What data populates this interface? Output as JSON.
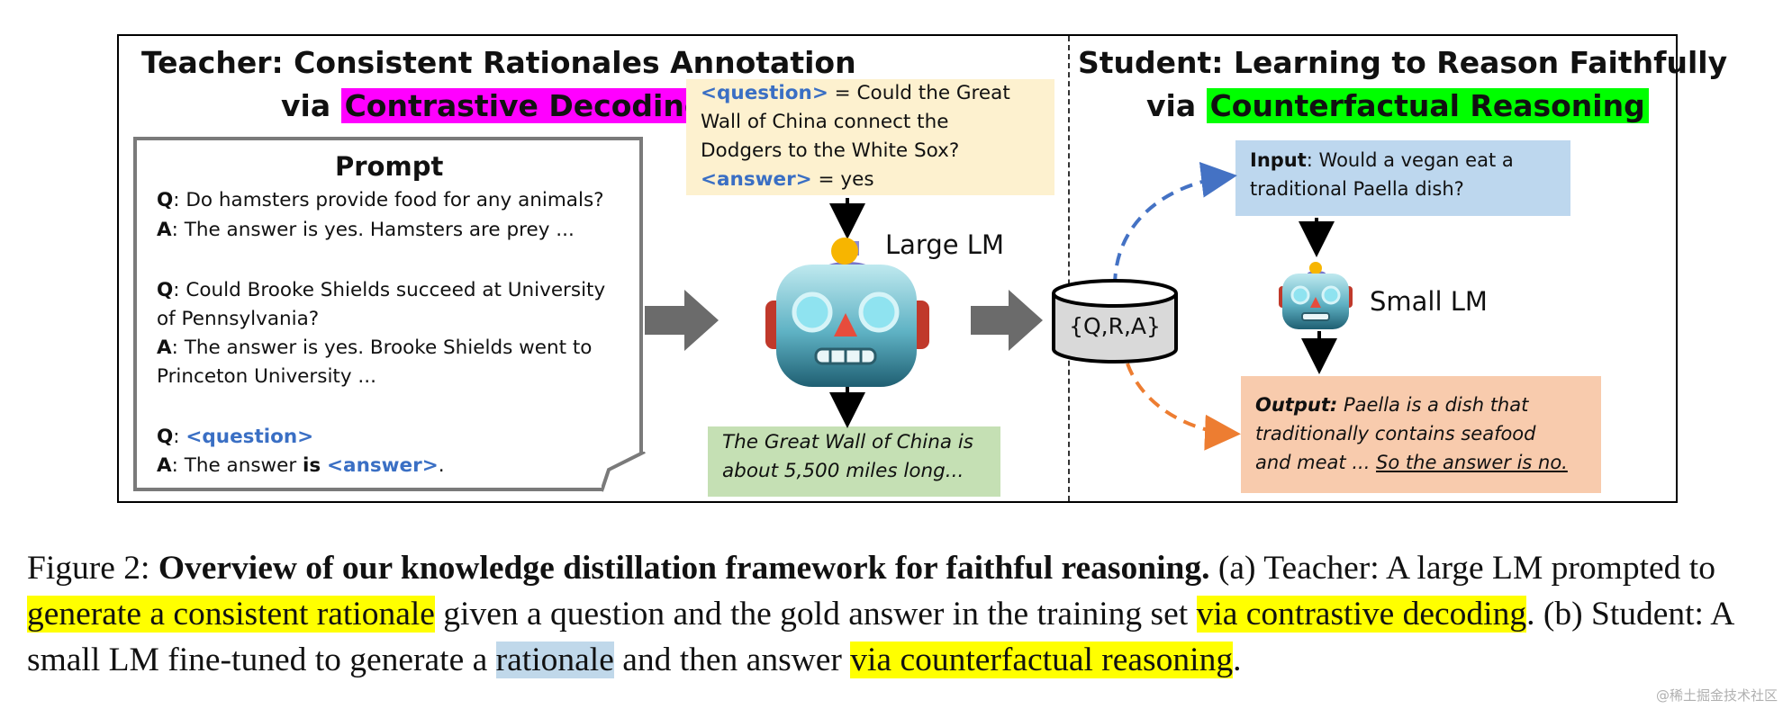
{
  "teacher": {
    "heading_line1": "Teacher: Consistent Rationales Annotation",
    "heading_via": "via ",
    "heading_highlight": "Contrastive Decoding",
    "highlight_color": "#ff00ff"
  },
  "student": {
    "heading_line1": "Student: Learning to Reason Faithfully",
    "heading_via": "via ",
    "heading_highlight": "Counterfactual Reasoning",
    "highlight_color": "#00ff00"
  },
  "prompt": {
    "title": "Prompt",
    "q_marker": "Q",
    "a_marker": "A",
    "q1": ": Do hamsters provide food for any animals?",
    "a1": ": The answer is yes. Hamsters are prey ...",
    "q2_line1": ": Could Brooke Shields succeed at University",
    "q2_line2": "of Pennsylvania?",
    "a2_line1": ": The answer is yes. Brooke Shields went to",
    "a2_line2": "Princeton University ...",
    "q3_sep": ": ",
    "q3_token": "<question>",
    "a3_pre": ": The answer ",
    "a3_is": "is",
    "a3_token": "<answer>",
    "a3_end": "."
  },
  "question_box": {
    "q_token": "<question>",
    "q_text_1": " = Could the Great",
    "q_text_2": "Wall of China connect the",
    "q_text_3": "Dodgers to the White Sox?",
    "a_token": "<answer>",
    "a_text": " = yes",
    "bg": "#fdf1cf"
  },
  "large_lm": {
    "label": "Large LM",
    "icon": "robot-icon"
  },
  "rationale_box": {
    "line1": "The Great Wall of China is",
    "line2": "about 5,500 miles long...",
    "bg": "#c5e0b4"
  },
  "dataset": {
    "label": "{Q,R,A}",
    "icon": "database-cylinder-icon"
  },
  "input_box": {
    "label": "Input",
    "text_1": ": Would a vegan eat a",
    "text_2": "traditional Paella dish?",
    "bg": "#bdd7ee"
  },
  "small_lm": {
    "label": "Small LM",
    "icon": "robot-icon"
  },
  "output_box": {
    "label": "Output:",
    "text_1": " Paella is a dish that",
    "text_2": "traditionally contains seafood",
    "text_3": "and meat ... ",
    "answer": "So the answer is no.",
    "bg": "#f8cbad"
  },
  "caption": {
    "fig_label": "Figure 2: ",
    "bold_title": "Overview of our knowledge distillation framework for faithful reasoning.",
    "part_a1": " (a) Teacher: A large LM prompted to ",
    "hl_1": "generate a consistent rationale",
    "part_a2": " given a question and the gold answer in the training set ",
    "hl_2": "via contrastive decoding",
    "part_b1": ". (b) Student: A small LM fine-tuned to generate a ",
    "hl_3": "rationale",
    "part_b2": " and then answer ",
    "hl_4": "via counterfactual reasoning",
    "part_end": "."
  },
  "watermark": "@稀土掘金技术社区",
  "colors": {
    "token_blue": "#3a6fc4",
    "arrow_gray": "#6b6b6b",
    "dashed_blue": "#4472c4",
    "dashed_orange": "#ed7d31",
    "caption_highlight_yellow": "#ffff00",
    "caption_highlight_blue": "#c0d8ea"
  }
}
